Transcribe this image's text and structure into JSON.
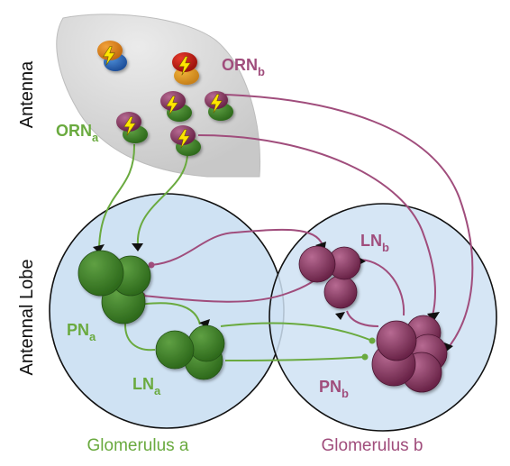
{
  "side_labels": {
    "antenna": "Antenna",
    "antennal_lobe": "Antennal Lobe"
  },
  "labels": {
    "orn_a": {
      "main": "ORN",
      "sub": "a"
    },
    "orn_b": {
      "main": "ORN",
      "sub": "b"
    },
    "pn_a": {
      "main": "PN",
      "sub": "a"
    },
    "ln_a": {
      "main": "LN",
      "sub": "a"
    },
    "ln_b": {
      "main": "LN",
      "sub": "b"
    },
    "pn_b": {
      "main": "PN",
      "sub": "b"
    }
  },
  "bottom_labels": {
    "glomerulus_a": "Glomerulus a",
    "glomerulus_b": "Glomerulus b"
  },
  "colors": {
    "green": "#6aaa3f",
    "green_dark": "#3f7e25",
    "purple": "#a04d7c",
    "purple_dark": "#7d2f5a",
    "antenna_fill": "#d9d9d9",
    "glomerulus_fill": "#cfe2f3"
  },
  "icons": [
    "lightning-bolt-icon"
  ]
}
